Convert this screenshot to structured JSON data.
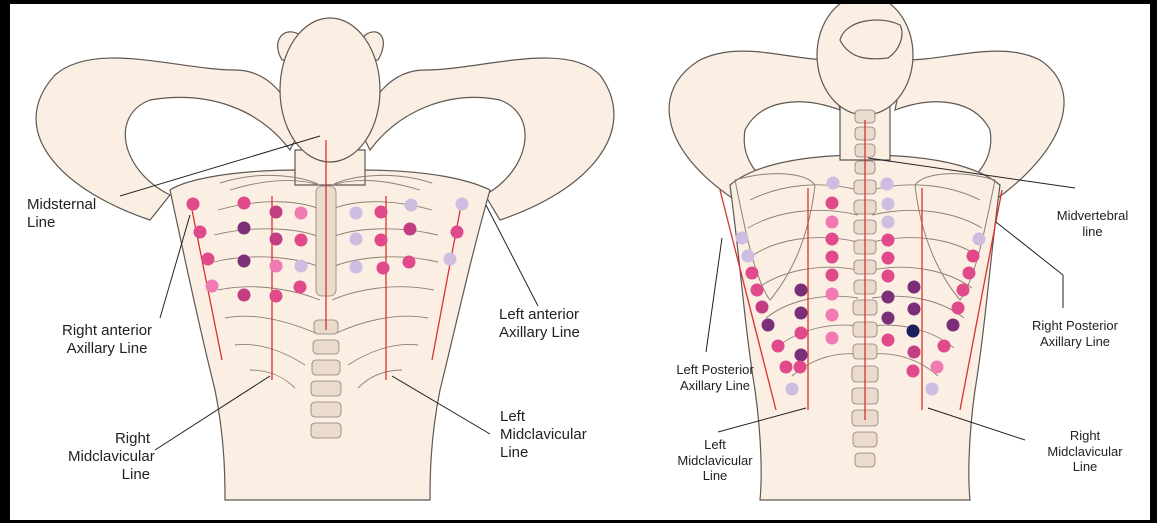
{
  "front_labels": {
    "midsternal": "Midsternal\nLine",
    "right_anterior_axillary": "Right anterior\nAxillary Line",
    "left_anterior_axillary": "Left anterior\nAxillary Line",
    "right_midclavicular": "Right\nMidclavicular\nLine",
    "left_midclavicular": "Left\nMidclavicular\nLine"
  },
  "back_labels": {
    "midvertebral": "Midvertebral\nline",
    "right_posterior_axillary": "Right Posterior\nAxillary Line",
    "left_posterior_axillary": "Left Posterior\nAxillary Line",
    "left_midclavicular": "Left\nMidclavicular\nLine",
    "right_midclavicular": "Right\nMidclavicular\nLine"
  },
  "colors": {
    "skin": "#fbeee3",
    "outline": "#5e5752",
    "bone": "#eadbcc",
    "ref_line": "#d9322d",
    "dot_palette": [
      "#e04a8a",
      "#f07ab1",
      "#c23d82",
      "#7a2f78",
      "#cdbde0",
      "#1b1f5e"
    ]
  },
  "marker_dots": {
    "front": [
      [
        193,
        204,
        "#e04a8a"
      ],
      [
        244,
        203,
        "#e04a8a"
      ],
      [
        276,
        212,
        "#c23d82"
      ],
      [
        301,
        213,
        "#f07ab1"
      ],
      [
        356,
        213,
        "#cdbde0"
      ],
      [
        381,
        212,
        "#e04a8a"
      ],
      [
        411,
        205,
        "#cdbde0"
      ],
      [
        462,
        204,
        "#cdbde0"
      ],
      [
        200,
        232,
        "#e04a8a"
      ],
      [
        244,
        228,
        "#7a2f78"
      ],
      [
        276,
        239,
        "#c23d82"
      ],
      [
        301,
        240,
        "#e04a8a"
      ],
      [
        356,
        239,
        "#cdbde0"
      ],
      [
        381,
        240,
        "#e04a8a"
      ],
      [
        410,
        229,
        "#c23d82"
      ],
      [
        457,
        232,
        "#e04a8a"
      ],
      [
        208,
        259,
        "#e04a8a"
      ],
      [
        244,
        261,
        "#7a2f78"
      ],
      [
        276,
        266,
        "#f07ab1"
      ],
      [
        301,
        266,
        "#cdbde0"
      ],
      [
        356,
        267,
        "#cdbde0"
      ],
      [
        383,
        268,
        "#e04a8a"
      ],
      [
        409,
        262,
        "#e04a8a"
      ],
      [
        450,
        259,
        "#cdbde0"
      ],
      [
        212,
        286,
        "#f07ab1"
      ],
      [
        244,
        295,
        "#c23d82"
      ],
      [
        276,
        296,
        "#e04a8a"
      ],
      [
        300,
        287,
        "#e04a8a"
      ]
    ],
    "back": [
      [
        833,
        183,
        "#cdbde0"
      ],
      [
        887,
        184,
        "#cdbde0"
      ],
      [
        832,
        203,
        "#e04a8a"
      ],
      [
        888,
        204,
        "#cdbde0"
      ],
      [
        832,
        222,
        "#f07ab1"
      ],
      [
        888,
        222,
        "#cdbde0"
      ],
      [
        742,
        238,
        "#cdbde0"
      ],
      [
        832,
        239,
        "#e04a8a"
      ],
      [
        888,
        240,
        "#e04a8a"
      ],
      [
        979,
        239,
        "#cdbde0"
      ],
      [
        748,
        256,
        "#cdbde0"
      ],
      [
        832,
        257,
        "#e04a8a"
      ],
      [
        888,
        258,
        "#e04a8a"
      ],
      [
        973,
        256,
        "#e04a8a"
      ],
      [
        752,
        273,
        "#e04a8a"
      ],
      [
        832,
        275,
        "#e04a8a"
      ],
      [
        888,
        276,
        "#e04a8a"
      ],
      [
        969,
        273,
        "#e04a8a"
      ],
      [
        757,
        290,
        "#e04a8a"
      ],
      [
        801,
        290,
        "#7a2f78"
      ],
      [
        832,
        294,
        "#f07ab1"
      ],
      [
        888,
        297,
        "#7a2f78"
      ],
      [
        914,
        287,
        "#7a2f78"
      ],
      [
        963,
        290,
        "#e04a8a"
      ],
      [
        762,
        307,
        "#c23d82"
      ],
      [
        801,
        313,
        "#7a2f78"
      ],
      [
        832,
        315,
        "#f07ab1"
      ],
      [
        888,
        318,
        "#7a2f78"
      ],
      [
        914,
        309,
        "#7a2f78"
      ],
      [
        958,
        308,
        "#e04a8a"
      ],
      [
        768,
        325,
        "#7a2f78"
      ],
      [
        801,
        333,
        "#e04a8a"
      ],
      [
        832,
        338,
        "#f07ab1"
      ],
      [
        888,
        340,
        "#e04a8a"
      ],
      [
        913,
        331,
        "#1b1f5e"
      ],
      [
        953,
        325,
        "#7a2f78"
      ],
      [
        778,
        346,
        "#e04a8a"
      ],
      [
        801,
        355,
        "#7a2f78"
      ],
      [
        914,
        352,
        "#c23d82"
      ],
      [
        944,
        346,
        "#e04a8a"
      ],
      [
        786,
        367,
        "#e04a8a"
      ],
      [
        800,
        367,
        "#e04a8a"
      ],
      [
        913,
        371,
        "#e04a8a"
      ],
      [
        937,
        367,
        "#f07ab1"
      ],
      [
        792,
        389,
        "#cdbde0"
      ],
      [
        932,
        389,
        "#cdbde0"
      ]
    ]
  }
}
